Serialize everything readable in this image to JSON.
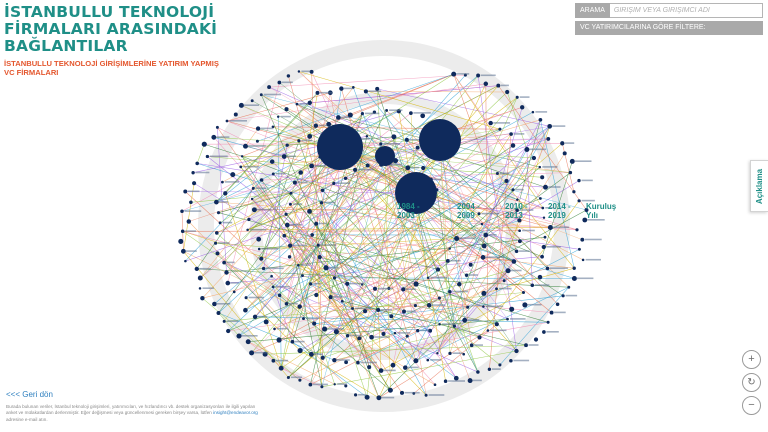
{
  "header": {
    "title_lines": [
      "İSTANBULLU TEKNOLOJİ",
      "FİRMALARI ARASINDAKİ",
      "BAĞLANTILAR"
    ],
    "subtitle_lines": [
      "İSTANBULLU TEKNOLOJİ GİRİŞİMLERİNE YATIRIM YAPMIŞ",
      "VC FİRMALARI"
    ]
  },
  "search": {
    "label": "ARAMA",
    "placeholder": "GİRİŞİM VEYA GİRİŞİMCİ ADI",
    "value": ""
  },
  "filter": {
    "label": "VC YATIRIMCILARINA GÖRE FİLTERE:"
  },
  "side_tab": {
    "label": "Açıklama"
  },
  "zoom": {
    "in": "+",
    "reset": "↻",
    "out": "−"
  },
  "back": {
    "label": "<<< Geri dön"
  },
  "footer": {
    "text": "Burada bulunan veriler, İstanbul teknoloji girişimleri, yatırımcıları, ve hızlandırıcı vb. destek organizasyonları ile ilgili yapılan anket ve mülakatlardan derlenmiştir. Eğer değişmesi veya güncellenmesi gereken birşey varsa, lütfen",
    "email": "insight@endeavor.org",
    "text_after": "adresine e-mail atın."
  },
  "era_labels": [
    "1984 - 2003",
    "2004 - 2009",
    "2010 - 2013",
    "2014 - 2019",
    "Kuruluş Yılı"
  ],
  "colors": {
    "title": "#1f8f87",
    "subtitle": "#e4572e",
    "vc_node": "#0f2a5c",
    "edge_palette": [
      "#2a9fd6",
      "#8cc63f",
      "#f4a261",
      "#e76f51",
      "#9b5de5",
      "#2e7d32",
      "#f28ab2",
      "#d4b400"
    ]
  },
  "vc_hubs": [
    {
      "size_rank": 1,
      "relative_radius": 1.0
    },
    {
      "size_rank": 2,
      "relative_radius": 0.92
    },
    {
      "size_rank": 3,
      "relative_radius": 0.9
    },
    {
      "size_rank": 4,
      "relative_radius": 0.44
    }
  ]
}
